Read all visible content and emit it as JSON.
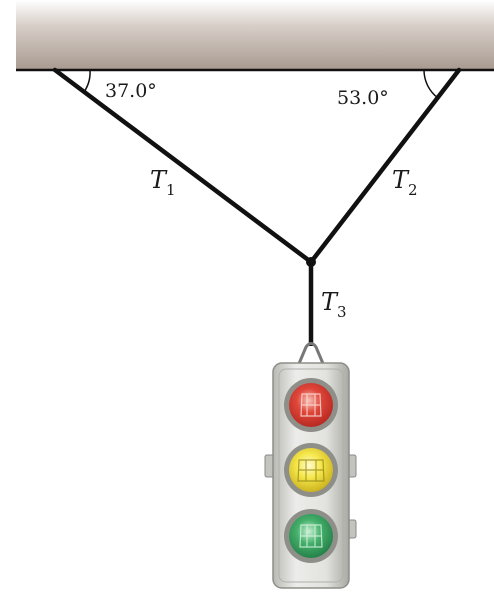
{
  "angles": {
    "left": "37.0°",
    "right": "53.0°"
  },
  "tensions": {
    "t1": {
      "symbol": "T",
      "subscript": "1"
    },
    "t2": {
      "symbol": "T",
      "subscript": "2"
    },
    "t3": {
      "symbol": "T",
      "subscript": "3"
    }
  },
  "traffic_light": {
    "lamps": [
      "red-lamp",
      "yellow-lamp",
      "green-lamp"
    ]
  },
  "colors": {
    "ceiling_top": "#b8aaa0",
    "ceiling_bottom": "#ffffff",
    "rope": "#111111",
    "red": "#d9342b",
    "yellow": "#f2e23c",
    "green": "#3aa360",
    "housing": "#d7d7d2"
  }
}
